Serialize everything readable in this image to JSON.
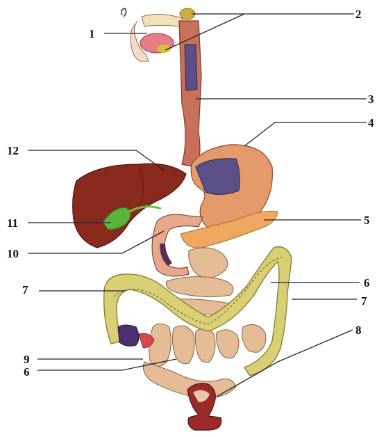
{
  "labels": {
    "l1": "1",
    "l2": "2",
    "l3": "3",
    "l4": "4",
    "l5": "5",
    "l6a": "6",
    "l6b": "6",
    "l7a": "7",
    "l7b": "7",
    "l8": "8",
    "l9": "9",
    "l10": "10",
    "l11": "11",
    "l12": "12"
  },
  "colors": {
    "liver": "#8a2a1c",
    "stomach": "#e59a6c",
    "esophagus": "#c9705a",
    "gallbladder": "#5ab33a",
    "pancreas": "#f0a860",
    "large_intestine": "#d9cf74",
    "small_intestine": "#e4bd97",
    "rectum": "#9c2a28",
    "label_line": "#222222"
  }
}
